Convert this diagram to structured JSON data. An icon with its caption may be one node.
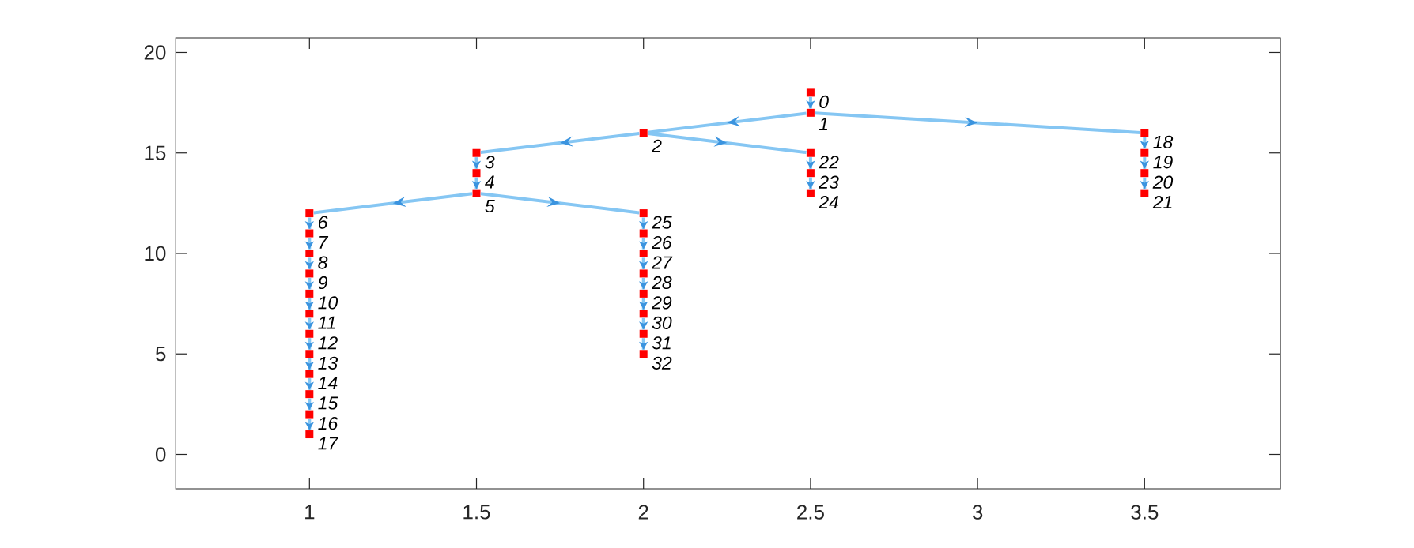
{
  "diagram": {
    "nodes": [
      {
        "text": [],
        "shape": "box",
        "beside": [
          "0"
        ]
      },
      {
        "text": [],
        "shape": "box",
        "beside": [
          "1"
        ]
      },
      {
        "text": [],
        "shape": "box",
        "beside": [
          "2"
        ]
      },
      {
        "text": [],
        "shape": "box",
        "beside": [
          "3"
        ]
      },
      {
        "text": [],
        "shape": "box",
        "beside": [
          "4"
        ]
      },
      {
        "text": [],
        "shape": "box",
        "beside": [
          "5"
        ]
      },
      {
        "text": [],
        "shape": "box",
        "beside": [
          "6"
        ]
      },
      {
        "text": [],
        "shape": "box",
        "beside": [
          "7"
        ]
      },
      {
        "text": [],
        "shape": "box",
        "beside": [
          "8"
        ]
      },
      {
        "text": [],
        "shape": "box",
        "beside": [
          "9"
        ]
      },
      {
        "text": [],
        "shape": "box",
        "beside": [
          "10"
        ]
      },
      {
        "text": [],
        "shape": "box",
        "beside": [
          "11"
        ]
      },
      {
        "text": [],
        "shape": "box",
        "beside": [
          "12"
        ]
      },
      {
        "text": [],
        "shape": "box",
        "beside": [
          "13"
        ]
      },
      {
        "text": [],
        "shape": "box",
        "beside": [
          "14"
        ]
      },
      {
        "text": [],
        "shape": "box",
        "beside": [
          "15"
        ]
      },
      {
        "text": [],
        "shape": "box",
        "beside": [
          "16"
        ]
      },
      {
        "text": [],
        "shape": "box",
        "beside": [
          "17"
        ]
      },
      {
        "text": [],
        "shape": "box",
        "beside": [
          "18"
        ]
      },
      {
        "text": [],
        "shape": "box",
        "beside": [
          "19"
        ]
      },
      {
        "text": [],
        "shape": "box",
        "beside": [
          "20"
        ]
      },
      {
        "text": [],
        "shape": "box",
        "beside": [
          "21"
        ]
      },
      {
        "text": [],
        "shape": "box",
        "beside": [
          "22"
        ]
      },
      {
        "text": [],
        "shape": "box",
        "beside": [
          "23"
        ]
      },
      {
        "text": [],
        "shape": "box",
        "beside": [
          "24"
        ]
      },
      {
        "text": [],
        "shape": "box",
        "beside": [
          "25"
        ]
      },
      {
        "text": [],
        "shape": "box",
        "beside": [
          "26"
        ]
      },
      {
        "text": [],
        "shape": "box",
        "beside": [
          "27"
        ]
      },
      {
        "text": [],
        "shape": "box",
        "beside": [
          "28"
        ]
      },
      {
        "text": [],
        "shape": "box",
        "beside": [
          "29"
        ]
      },
      {
        "text": [],
        "shape": "box",
        "beside": [
          "30"
        ]
      },
      {
        "text": [],
        "shape": "box",
        "beside": [
          "31"
        ]
      },
      {
        "text": [],
        "shape": "box",
        "beside": [
          "32"
        ]
      }
    ],
    "edges": [
      {
        "from": 0,
        "to": 1,
        "arrow": "to"
      },
      {
        "from": 1,
        "to": 2,
        "arrow": "to"
      },
      {
        "from": 2,
        "to": 3,
        "arrow": "to"
      },
      {
        "from": 3,
        "to": 4,
        "arrow": "to"
      },
      {
        "from": 4,
        "to": 5,
        "arrow": "to"
      },
      {
        "from": 5,
        "to": 6,
        "arrow": "to"
      },
      {
        "from": 6,
        "to": 7,
        "arrow": "to"
      },
      {
        "from": 7,
        "to": 8,
        "arrow": "to"
      },
      {
        "from": 8,
        "to": 9,
        "arrow": "to"
      },
      {
        "from": 9,
        "to": 10,
        "arrow": "to"
      },
      {
        "from": 10,
        "to": 11,
        "arrow": "to"
      },
      {
        "from": 11,
        "to": 12,
        "arrow": "to"
      },
      {
        "from": 12,
        "to": 13,
        "arrow": "to"
      },
      {
        "from": 13,
        "to": 14,
        "arrow": "to"
      },
      {
        "from": 14,
        "to": 15,
        "arrow": "to"
      },
      {
        "from": 15,
        "to": 16,
        "arrow": "to"
      },
      {
        "from": 16,
        "to": 17,
        "arrow": "to"
      },
      {
        "from": 1,
        "to": 18,
        "arrow": "to"
      },
      {
        "from": 18,
        "to": 19,
        "arrow": "to"
      },
      {
        "from": 19,
        "to": 20,
        "arrow": "to"
      },
      {
        "from": 20,
        "to": 21,
        "arrow": "to"
      },
      {
        "from": 2,
        "to": 22,
        "arrow": "to"
      },
      {
        "from": 22,
        "to": 23,
        "arrow": "to"
      },
      {
        "from": 23,
        "to": 24,
        "arrow": "to"
      },
      {
        "from": 5,
        "to": 25,
        "arrow": "to"
      },
      {
        "from": 25,
        "to": 26,
        "arrow": "to"
      },
      {
        "from": 26,
        "to": 27,
        "arrow": "to"
      },
      {
        "from": 27,
        "to": 28,
        "arrow": "to"
      },
      {
        "from": 28,
        "to": 29,
        "arrow": "to"
      },
      {
        "from": 29,
        "to": 30,
        "arrow": "to"
      },
      {
        "from": 30,
        "to": 31,
        "arrow": "to"
      },
      {
        "from": 31,
        "to": 32,
        "arrow": "to"
      }
    ],
    "labels": [
      "20",
      "15",
      "10",
      "5",
      "0",
      "1",
      "1.5",
      "2",
      "2.5",
      "3",
      "3.5"
    ]
  }
}
